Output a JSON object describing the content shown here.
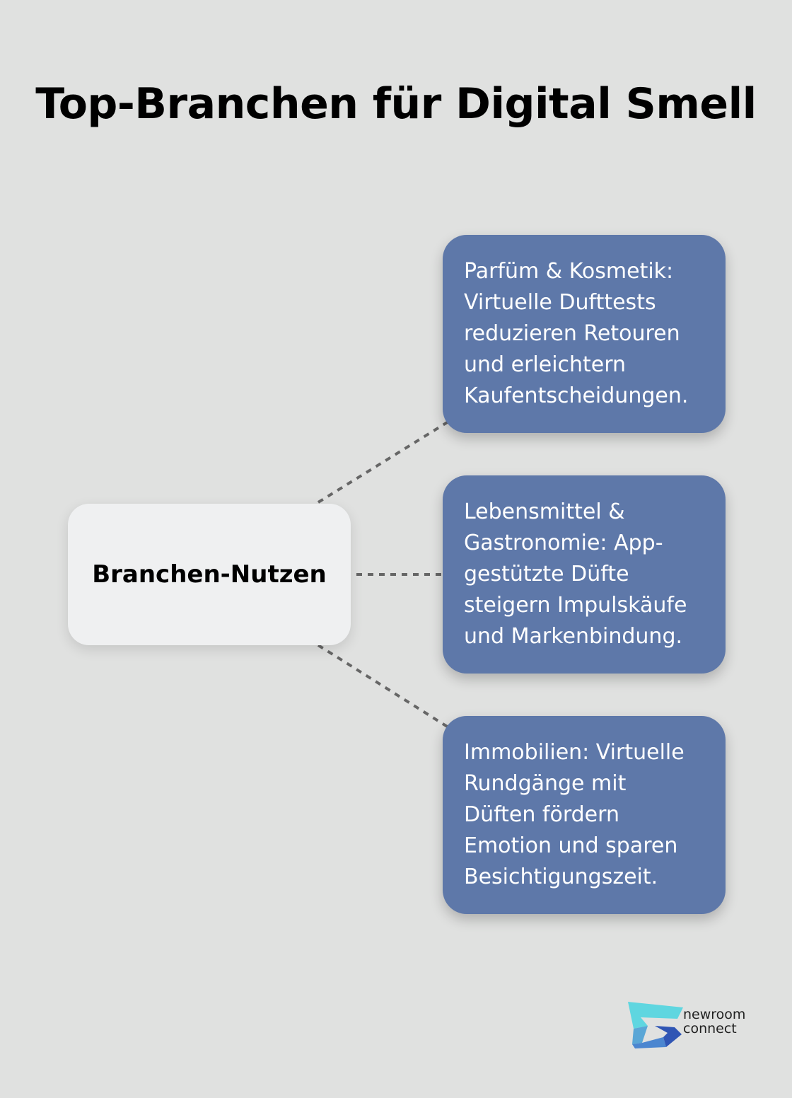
{
  "title": "Top-Branchen für Digital Smell",
  "center": {
    "label": "Branchen-Nutzen"
  },
  "branches": [
    {
      "text": "Parfüm & Kosmetik: Virtuelle Dufttests reduzieren Retouren und erleichtern Kaufentscheidungen."
    },
    {
      "text": "Lebensmittel & Gastronomie: App-gestützte Düfte steigern Impulskäufe und Markenbindung."
    },
    {
      "text": "Immobilien: Virtuelle Rundgänge mit Düften fördern Emotion und sparen Besichtigungszeit."
    }
  ],
  "logo": {
    "line1": "newroom",
    "line2": "connect"
  },
  "colors": {
    "background": "#e0e1e0",
    "card": "#5e78a9",
    "center_node": "#eff0f1",
    "connector": "#666666"
  }
}
